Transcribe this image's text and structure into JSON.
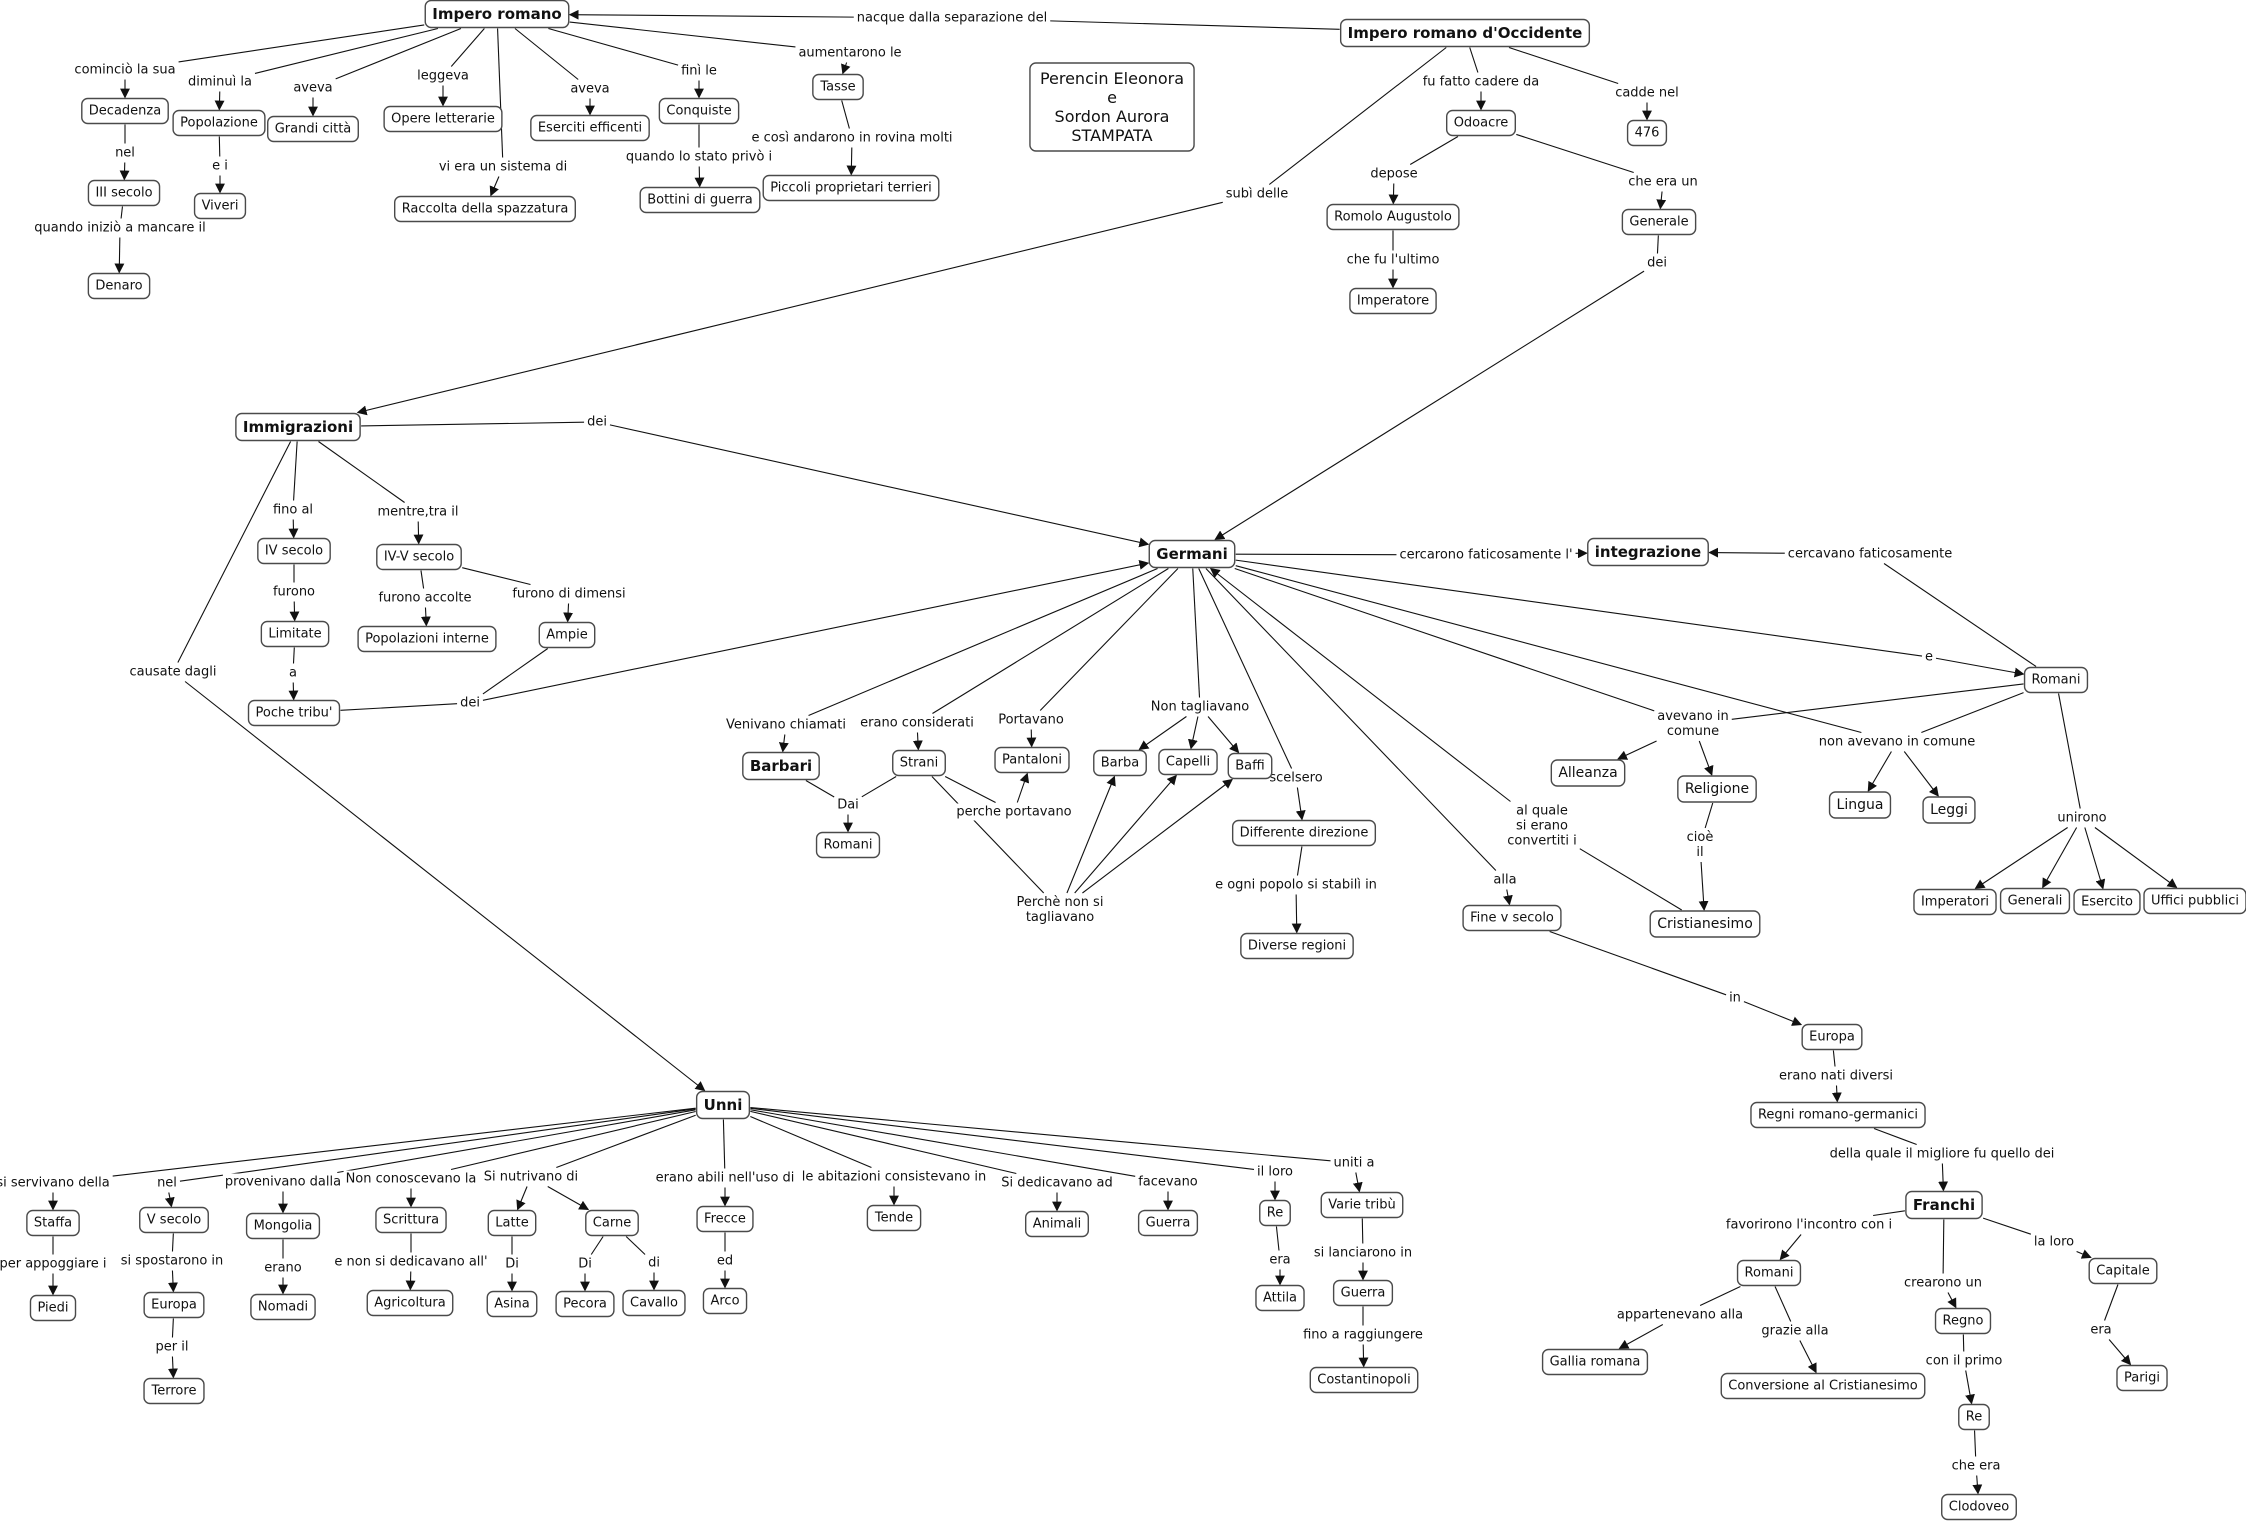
{
  "nodes": [
    {
      "id": "impero",
      "label": "Impero romano",
      "style": "bold"
    },
    {
      "id": "occidente",
      "label": "Impero romano d'Occidente",
      "style": "bold"
    },
    {
      "id": "autori",
      "label": "Perencin Eleonora|e|Sordon Aurora|STAMPATA",
      "style": "big"
    },
    {
      "id": "decadenza",
      "label": "Decadenza"
    },
    {
      "id": "iiisecolo",
      "label": "III secolo"
    },
    {
      "id": "denaro",
      "label": "Denaro"
    },
    {
      "id": "popolazione",
      "label": "Popolazione"
    },
    {
      "id": "viveri",
      "label": "Viveri"
    },
    {
      "id": "grandicitta",
      "label": "Grandi città"
    },
    {
      "id": "opere",
      "label": "Opere letterarie"
    },
    {
      "id": "raccolta",
      "label": "Raccolta della spazzatura"
    },
    {
      "id": "eserciti",
      "label": "Eserciti efficenti"
    },
    {
      "id": "conquiste",
      "label": "Conquiste"
    },
    {
      "id": "bottini",
      "label": "Bottini di guerra"
    },
    {
      "id": "tasse",
      "label": "Tasse"
    },
    {
      "id": "piccoli",
      "label": "Piccoli proprietari terrieri"
    },
    {
      "id": "odoacre",
      "label": "Odoacre"
    },
    {
      "id": "n476",
      "label": "476"
    },
    {
      "id": "romolo",
      "label": "Romolo Augustolo"
    },
    {
      "id": "imperatore",
      "label": "Imperatore"
    },
    {
      "id": "generale",
      "label": "Generale"
    },
    {
      "id": "immigrazioni",
      "label": "Immigrazioni",
      "style": "bold"
    },
    {
      "id": "ivsecolo",
      "label": "IV secolo"
    },
    {
      "id": "limitate",
      "label": "Limitate"
    },
    {
      "id": "pochetribu",
      "label": "Poche tribu'"
    },
    {
      "id": "ivvsecolo",
      "label": "IV-V secolo"
    },
    {
      "id": "popinterne",
      "label": "Popolazioni interne"
    },
    {
      "id": "ampie",
      "label": "Ampie"
    },
    {
      "id": "germani",
      "label": "Germani",
      "style": "bold"
    },
    {
      "id": "integrazione",
      "label": "integrazione",
      "style": "bold"
    },
    {
      "id": "romani1",
      "label": "Romani"
    },
    {
      "id": "barbari",
      "label": "Barbari",
      "style": "bold"
    },
    {
      "id": "romani2",
      "label": "Romani"
    },
    {
      "id": "strani",
      "label": "Strani"
    },
    {
      "id": "pantaloni",
      "label": "Pantaloni"
    },
    {
      "id": "barba",
      "label": "Barba"
    },
    {
      "id": "capelli",
      "label": "Capelli"
    },
    {
      "id": "baffi",
      "label": "Baffi"
    },
    {
      "id": "diffdir",
      "label": "Differente direzione"
    },
    {
      "id": "diverse",
      "label": "Diverse regioni"
    },
    {
      "id": "alleanza",
      "label": "Alleanza",
      "style": "med"
    },
    {
      "id": "religione",
      "label": "Religione",
      "style": "med"
    },
    {
      "id": "cristianesimo",
      "label": "Cristianesimo",
      "style": "med"
    },
    {
      "id": "lingua",
      "label": "Lingua",
      "style": "med"
    },
    {
      "id": "leggi",
      "label": "Leggi",
      "style": "med"
    },
    {
      "id": "imperatori",
      "label": "Imperatori"
    },
    {
      "id": "generali",
      "label": "Generali"
    },
    {
      "id": "esercito",
      "label": "Esercito"
    },
    {
      "id": "uffici",
      "label": "Uffici pubblici"
    },
    {
      "id": "finev",
      "label": "Fine v secolo"
    },
    {
      "id": "europa1",
      "label": "Europa"
    },
    {
      "id": "regni",
      "label": "Regni romano-germanici"
    },
    {
      "id": "franchi",
      "label": "Franchi",
      "style": "bold"
    },
    {
      "id": "romani3",
      "label": "Romani"
    },
    {
      "id": "gallia",
      "label": "Gallia romana"
    },
    {
      "id": "conversione",
      "label": "Conversione al Cristianesimo"
    },
    {
      "id": "regno",
      "label": "Regno"
    },
    {
      "id": "re2",
      "label": "Re"
    },
    {
      "id": "clodoveo",
      "label": "Clodoveo"
    },
    {
      "id": "capitale",
      "label": "Capitale"
    },
    {
      "id": "parigi",
      "label": "Parigi"
    },
    {
      "id": "unni",
      "label": "Unni",
      "style": "bold"
    },
    {
      "id": "staffa",
      "label": "Staffa"
    },
    {
      "id": "piedi",
      "label": "Piedi"
    },
    {
      "id": "vsecolo",
      "label": "V secolo"
    },
    {
      "id": "europa2",
      "label": "Europa"
    },
    {
      "id": "terrore",
      "label": "Terrore"
    },
    {
      "id": "mongolia",
      "label": "Mongolia"
    },
    {
      "id": "nomadi",
      "label": "Nomadi"
    },
    {
      "id": "scrittura",
      "label": "Scrittura"
    },
    {
      "id": "agricoltura",
      "label": "Agricoltura"
    },
    {
      "id": "latte",
      "label": "Latte"
    },
    {
      "id": "asina",
      "label": "Asina"
    },
    {
      "id": "carne",
      "label": "Carne"
    },
    {
      "id": "pecora",
      "label": "Pecora"
    },
    {
      "id": "cavallo",
      "label": "Cavallo"
    },
    {
      "id": "frecce",
      "label": "Frecce"
    },
    {
      "id": "arco",
      "label": "Arco"
    },
    {
      "id": "tende",
      "label": "Tende"
    },
    {
      "id": "animali",
      "label": "Animali"
    },
    {
      "id": "guerra1",
      "label": "Guerra"
    },
    {
      "id": "re1",
      "label": "Re"
    },
    {
      "id": "attila",
      "label": "Attila"
    },
    {
      "id": "varie",
      "label": "Varie tribù"
    },
    {
      "id": "guerra2",
      "label": "Guerra"
    },
    {
      "id": "costantinopoli",
      "label": "Costantinopoli"
    }
  ],
  "labels": [
    {
      "id": "l_nacque",
      "text": "nacque dalla separazione del"
    },
    {
      "id": "l_cominicio",
      "text": "cominciò la sua"
    },
    {
      "id": "l_nel1",
      "text": "nel"
    },
    {
      "id": "l_quando",
      "text": "quando iniziò a mancare il"
    },
    {
      "id": "l_diminui",
      "text": "diminuì la"
    },
    {
      "id": "l_ei",
      "text": "e i"
    },
    {
      "id": "l_aveva1",
      "text": "aveva"
    },
    {
      "id": "l_leggeva",
      "text": "leggeva"
    },
    {
      "id": "l_viera",
      "text": "vi era un sistema di"
    },
    {
      "id": "l_aveva2",
      "text": "aveva"
    },
    {
      "id": "l_fini",
      "text": "finì le"
    },
    {
      "id": "l_quandostato",
      "text": "quando lo stato privò i"
    },
    {
      "id": "l_aumentarono",
      "text": "aumentarono le"
    },
    {
      "id": "l_ecosi",
      "text": "e così andarono in rovina molti"
    },
    {
      "id": "l_fufatto",
      "text": "fu fatto cadere da"
    },
    {
      "id": "l_cadde",
      "text": "cadde nel"
    },
    {
      "id": "l_subi",
      "text": "subì delle"
    },
    {
      "id": "l_depose",
      "text": "depose"
    },
    {
      "id": "l_chefu",
      "text": "che fu l'ultimo"
    },
    {
      "id": "l_cheera1",
      "text": "che era un"
    },
    {
      "id": "l_dei1",
      "text": "dei"
    },
    {
      "id": "l_dei2",
      "text": "dei"
    },
    {
      "id": "l_finoal",
      "text": "fino al"
    },
    {
      "id": "l_furono",
      "text": "furono"
    },
    {
      "id": "l_a",
      "text": "a"
    },
    {
      "id": "l_mentre",
      "text": "mentre,tra il"
    },
    {
      "id": "l_accolte",
      "text": "furono accolte"
    },
    {
      "id": "l_dimensi",
      "text": "furono di dimensi"
    },
    {
      "id": "l_dei3",
      "text": "dei"
    },
    {
      "id": "l_causate",
      "text": "causate dagli"
    },
    {
      "id": "l_cercarono",
      "text": "cercarono faticosamente l'"
    },
    {
      "id": "l_cercavano",
      "text": "cercavano faticosamente"
    },
    {
      "id": "l_e",
      "text": "e"
    },
    {
      "id": "l_venivano",
      "text": "Venivano chiamati"
    },
    {
      "id": "l_dai",
      "text": "Dai"
    },
    {
      "id": "l_considerati",
      "text": "erano considerati"
    },
    {
      "id": "l_perche",
      "text": "perche portavano"
    },
    {
      "id": "l_portavano",
      "text": "Portavano"
    },
    {
      "id": "l_nontagliavano",
      "text": "Non tagliavano"
    },
    {
      "id": "l_perchenon",
      "text": "Perchè non si|tagliavano"
    },
    {
      "id": "l_scelsero",
      "text": "scelsero"
    },
    {
      "id": "l_eogni",
      "text": "e ogni popolo si stabilì in"
    },
    {
      "id": "l_avevano",
      "text": "avevano in|comune"
    },
    {
      "id": "l_cioe",
      "text": "cioè|il"
    },
    {
      "id": "l_alquale",
      "text": "al quale|si erano|convertiti i"
    },
    {
      "id": "l_nonavevano",
      "text": "non avevano in comune"
    },
    {
      "id": "l_unirono",
      "text": "unirono"
    },
    {
      "id": "l_alla",
      "text": "alla"
    },
    {
      "id": "l_in",
      "text": "in"
    },
    {
      "id": "l_nati",
      "text": "erano nati diversi"
    },
    {
      "id": "l_migliore",
      "text": "della quale il migliore fu quello dei"
    },
    {
      "id": "l_favorirono",
      "text": "favorirono l'incontro con i"
    },
    {
      "id": "l_appartenevano",
      "text": "appartenevano alla"
    },
    {
      "id": "l_grazie",
      "text": "grazie alla"
    },
    {
      "id": "l_crearono",
      "text": "crearono un"
    },
    {
      "id": "l_conilprimo",
      "text": "con il primo"
    },
    {
      "id": "l_cheera2",
      "text": "che era"
    },
    {
      "id": "l_laloro",
      "text": "la loro"
    },
    {
      "id": "l_era1",
      "text": "era"
    },
    {
      "id": "l_servivano",
      "text": "si servivano della"
    },
    {
      "id": "l_perappoggiare",
      "text": "per appoggiare i"
    },
    {
      "id": "l_nel2",
      "text": "nel"
    },
    {
      "id": "l_spostarono",
      "text": "si spostarono in"
    },
    {
      "id": "l_peril",
      "text": "per il"
    },
    {
      "id": "l_provenivano",
      "text": "provenivano dalla"
    },
    {
      "id": "l_erano",
      "text": "erano"
    },
    {
      "id": "l_nonconoscevano",
      "text": "Non conoscevano la"
    },
    {
      "id": "l_enonsi",
      "text": "e non si dedicavano all'"
    },
    {
      "id": "l_nutrivano",
      "text": "Si nutrivano di"
    },
    {
      "id": "l_di1",
      "text": "Di"
    },
    {
      "id": "l_di2",
      "text": "Di"
    },
    {
      "id": "l_di3",
      "text": "di"
    },
    {
      "id": "l_abili",
      "text": "erano abili nell'uso di"
    },
    {
      "id": "l_ed",
      "text": "ed"
    },
    {
      "id": "l_abitazioni",
      "text": "le abitazioni consistevano in"
    },
    {
      "id": "l_dedicavano",
      "text": "Si dedicavano ad"
    },
    {
      "id": "l_facevano",
      "text": "facevano"
    },
    {
      "id": "l_illoro",
      "text": "il loro"
    },
    {
      "id": "l_era2",
      "text": "era"
    },
    {
      "id": "l_uniti",
      "text": "uniti a"
    },
    {
      "id": "l_lanciarono",
      "text": "si lanciarono in"
    },
    {
      "id": "l_fino",
      "text": "fino a raggiungere"
    }
  ]
}
